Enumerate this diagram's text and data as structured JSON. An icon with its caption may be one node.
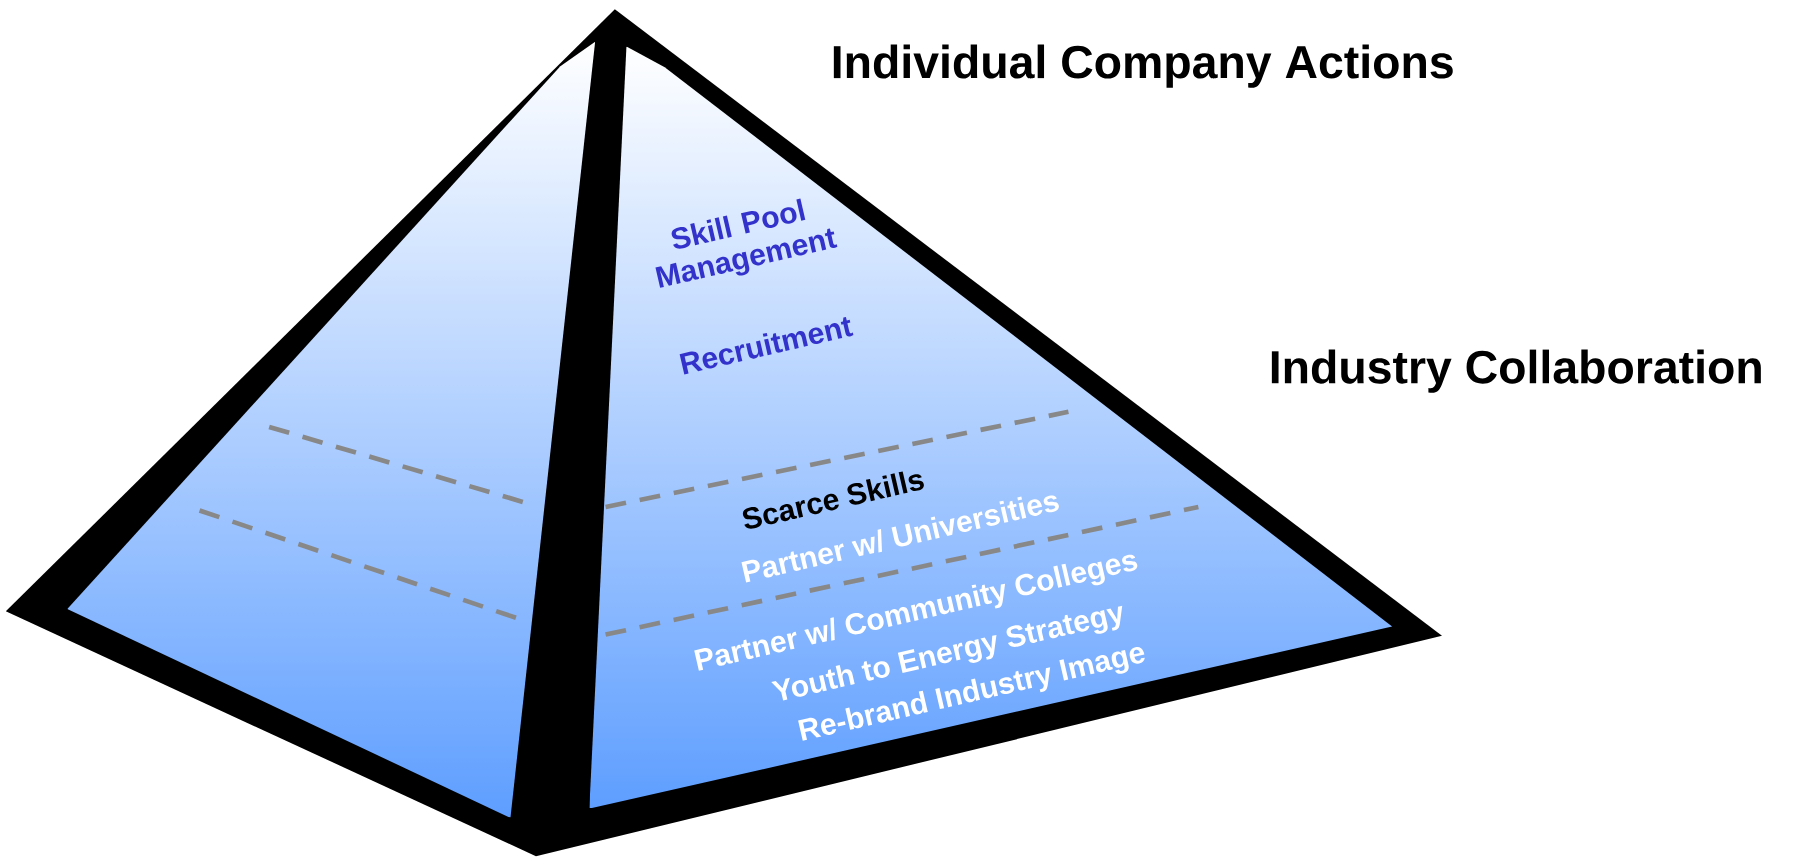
{
  "diagram": {
    "labels": [
      "Individual Company Actions",
      "Skill Pool Management",
      "Recruitment",
      "Industry Collaboration",
      "Scarce Skills",
      "Partner w/ Universities",
      "Partner w/ Community Colleges",
      "Youth to Energy Strategy",
      "Re-brand Industry Image"
    ]
  }
}
